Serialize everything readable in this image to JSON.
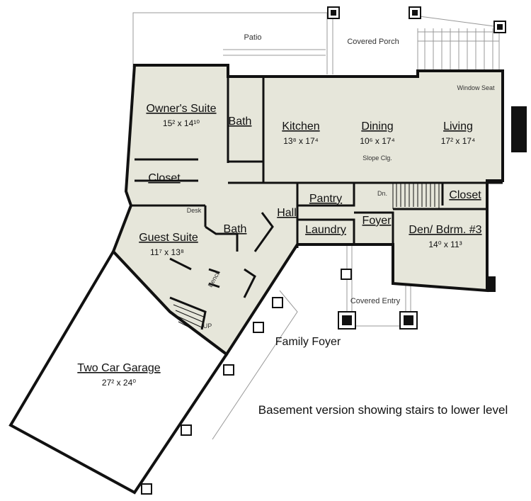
{
  "rooms": {
    "owners_suite": {
      "name": "Owner's Suite",
      "dim": "15² x 14¹⁰"
    },
    "bath1": {
      "name": "Bath"
    },
    "kitchen": {
      "name": "Kitchen",
      "dim": "13⁸ x 17⁴"
    },
    "dining": {
      "name": "Dining",
      "dim": "10⁶ x 17⁴"
    },
    "living": {
      "name": "Living",
      "dim": "17² x 17⁴"
    },
    "closet1": {
      "name": "Closet"
    },
    "pantry": {
      "name": "Pantry"
    },
    "closet2": {
      "name": "Closet"
    },
    "hall": {
      "name": "Hall"
    },
    "bath2": {
      "name": "Bath"
    },
    "laundry": {
      "name": "Laundry"
    },
    "foyer": {
      "name": "Foyer"
    },
    "den": {
      "name": "Den/ Bdrm. #3",
      "dim": "14⁰ x 11³"
    },
    "guest_suite": {
      "name": "Guest Suite",
      "dim": "11⁷ x 13⁸"
    },
    "garage": {
      "name": "Two Car Garage",
      "dim": "27² x 24⁰"
    }
  },
  "labels": {
    "patio": "Patio",
    "covered_porch": "Covered Porch",
    "window_seat": "Window Seat",
    "slope_clg": "Slope Clg.",
    "dn": "Dn.",
    "desk": "Desk",
    "bench": "Bench",
    "up": "UP",
    "covered_entry": "Covered Entry",
    "family_foyer": "Family Foyer"
  },
  "caption": "Basement version showing stairs to lower level"
}
